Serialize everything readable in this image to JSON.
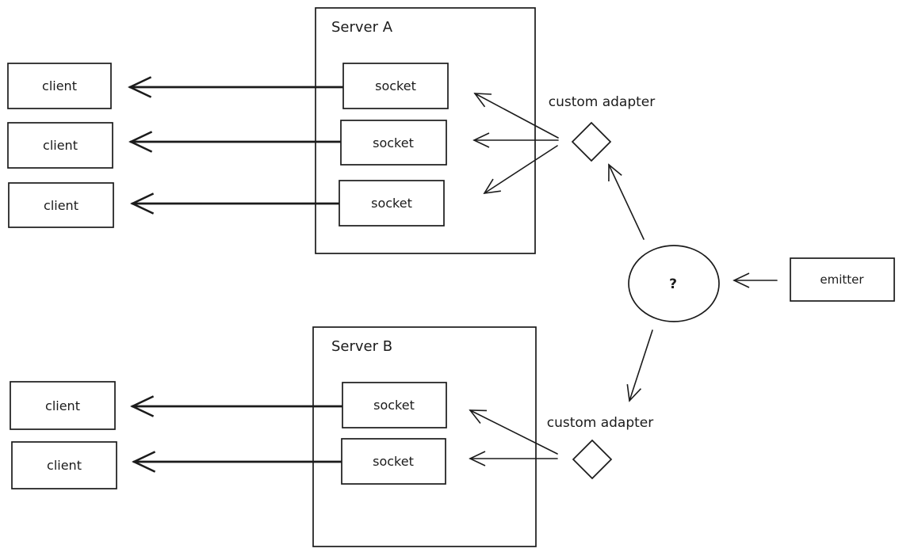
{
  "colors": {
    "ink": "#1b1b1b",
    "background": "#ffffff"
  },
  "server_a": {
    "title": "Server A",
    "sockets": [
      "socket",
      "socket",
      "socket"
    ]
  },
  "server_b": {
    "title": "Server B",
    "sockets": [
      "socket",
      "socket"
    ]
  },
  "clients_top": [
    "client",
    "client",
    "client"
  ],
  "clients_bottom": [
    "client",
    "client"
  ],
  "adapter_top": {
    "label": "custom adapter"
  },
  "adapter_bottom": {
    "label": "custom adapter"
  },
  "hub": {
    "label": "?"
  },
  "emitter": {
    "label": "emitter"
  }
}
